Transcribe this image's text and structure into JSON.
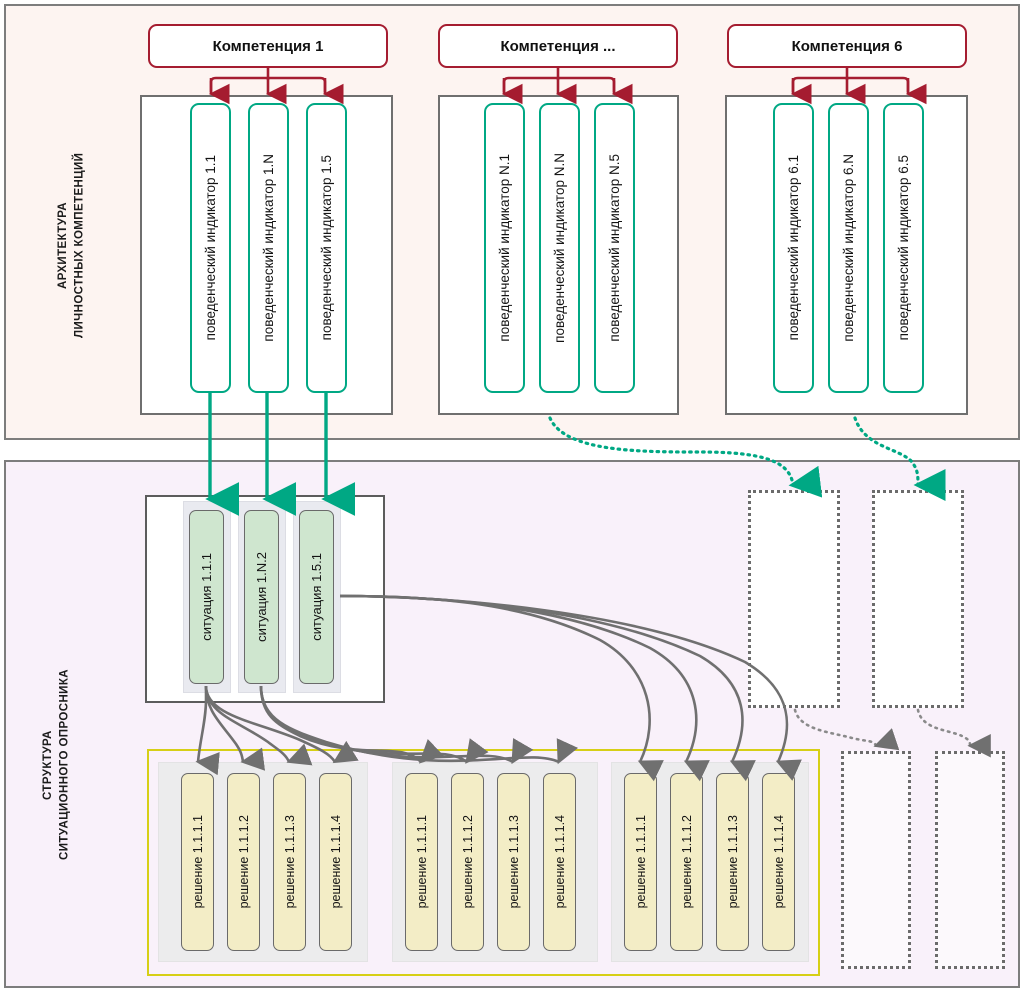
{
  "diagram": {
    "sections": [
      {
        "id": "architecture",
        "caption_line1": "АРХИТЕКТУРА",
        "caption_line2": "ЛИЧНОСТНЫХ КОМПЕТЕНЦИЙ",
        "accent_color": "#a51c30",
        "panel_color": "#fdf4f1",
        "competencies": [
          {
            "title": "Компетенция 1",
            "indicators": [
              "поведенческий индикатор 1.1",
              "поведенческий индикатор 1.N",
              "поведенческий индикатор 1.5"
            ]
          },
          {
            "title": "Компетенция ...",
            "indicators": [
              "поведенческий индикатор N.1",
              "поведенческий индикатор N.N",
              "поведенческий индикатор N.5"
            ]
          },
          {
            "title": "Компетенция 6",
            "indicators": [
              "поведенческий индикатор 6.1",
              "поведенческий индикатор 6.N",
              "поведенческий индикатор 6.5"
            ]
          }
        ]
      },
      {
        "id": "questionnaire",
        "caption_line1": "СТРУКТУРА",
        "caption_line2": "СИТУАЦИОННОГО ОПРОСНИКА",
        "accent_color": "#00a884",
        "panel_color": "#f9f1fa",
        "situation_fill": "#cfe6cf",
        "solution_fill": "#f3edc6",
        "solution_outline_color": "#d6cf16",
        "situations": [
          "ситуация 1.1.1",
          "ситуация 1.N.2",
          "ситуация 1.5.1"
        ],
        "solution_groups": [
          {
            "solutions": [
              "решение 1.1.1.1",
              "решение 1.1.1.2",
              "решение 1.1.1.3",
              "решение 1.1.1.4"
            ]
          },
          {
            "solutions": [
              "решение 1.1.1.1",
              "решение 1.1.1.2",
              "решение 1.1.1.3",
              "решение 1.1.1.4"
            ]
          },
          {
            "solutions": [
              "решение 1.1.1.1",
              "решение 1.1.1.2",
              "решение 1.1.1.3",
              "решение 1.1.1.4"
            ]
          }
        ],
        "placeholders_upper": [
          "",
          ""
        ],
        "placeholders_lower": [
          "",
          ""
        ]
      }
    ]
  }
}
